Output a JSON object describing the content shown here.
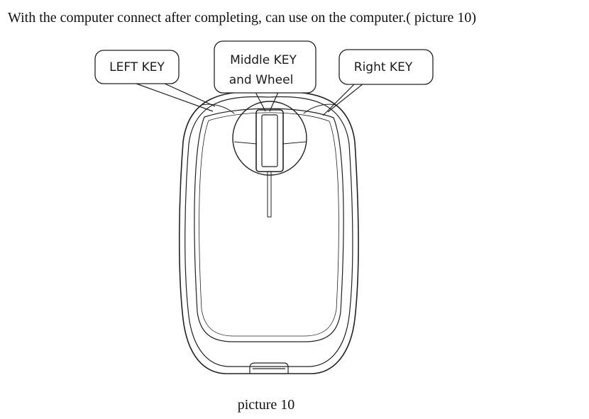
{
  "intro_text": "With the computer connect after completing, can use on the computer.( picture 10)",
  "callouts": {
    "left": "LEFT KEY",
    "middle_line1": "Middle KEY",
    "middle_line2": "and Wheel",
    "right": "Right KEY"
  },
  "caption": "picture 10"
}
